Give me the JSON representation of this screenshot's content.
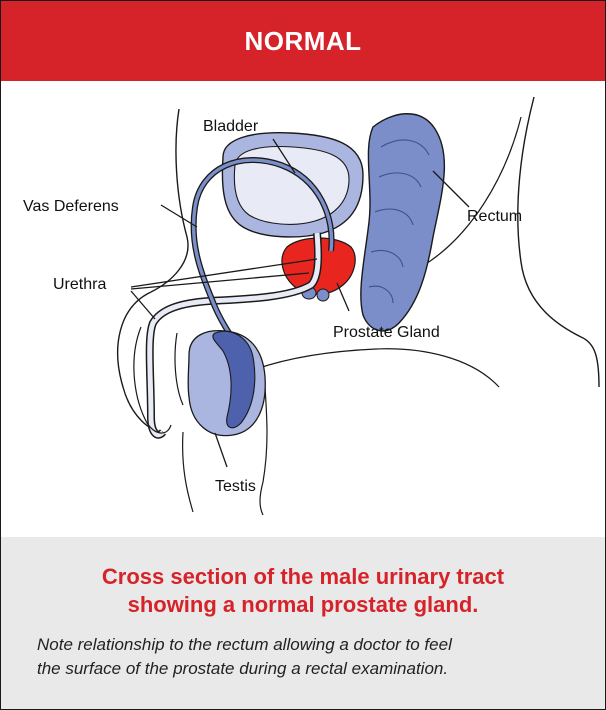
{
  "header": {
    "title": "NORMAL"
  },
  "diagram": {
    "labels": {
      "bladder": "Bladder",
      "vas_deferens": "Vas Deferens",
      "urethra": "Urethra",
      "rectum": "Rectum",
      "prostate": "Prostate Gland",
      "testis": "Testis"
    },
    "colors": {
      "organ_fill": "#7b8ec9",
      "organ_light": "#aab6df",
      "organ_dark": "#4e61ad",
      "bladder_inner": "#e8ebf5",
      "prostate": "#e8261f",
      "outline": "#1a1a1a"
    }
  },
  "caption": {
    "title_line1": "Cross section of the male urinary tract",
    "title_line2": "showing a normal prostate gland.",
    "note_line1": "Note relationship to the rectum allowing a doctor to feel",
    "note_line2": "the surface of the prostate during a rectal examination."
  },
  "accent_color": "#d6232a",
  "caption_bg": "#e9e9ea"
}
